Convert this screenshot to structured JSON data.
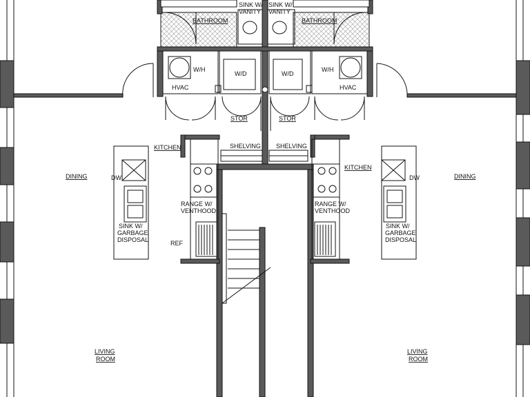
{
  "labels": {
    "bathroom_left": "BATHROOM",
    "bathroom_right": "BATHROOM",
    "sink_vanity_left_1": "SINK W/",
    "sink_vanity_left_2": "VANITY",
    "sink_vanity_right_1": "SINK W/",
    "sink_vanity_right_2": "VANITY",
    "wh_left": "W/H",
    "wh_right": "W/H",
    "hvac_left": "HVAC",
    "hvac_right": "HVAC",
    "wd_left": "W/D",
    "wd_right": "W/D",
    "stor_left": "STOR",
    "stor_right": "STOR",
    "kitchen_left": "KITCHEN",
    "kitchen_right": "KITCHEN",
    "shelving_left": "SHELVING",
    "shelving_right": "SHELVING",
    "dining_left": "DINING",
    "dining_right": "DINING",
    "dw_left": "DW",
    "dw_right": "DW",
    "range_left_1": "RANGE W/",
    "range_left_2": "VENTHOOD",
    "range_right_1": "RANGE W/",
    "range_right_2": "VENTHOOD",
    "sink_disposal_left_1": "SINK W/",
    "sink_disposal_left_2": "GARBAGE",
    "sink_disposal_left_3": "DISPOSAL",
    "sink_disposal_right_1": "SINK W/",
    "sink_disposal_right_2": "GARBAGE",
    "sink_disposal_right_3": "DISPOSAL",
    "ref_left": "REF",
    "living_left_1": "LIVING",
    "living_left_2": "ROOM",
    "living_right_1": "LIVING",
    "living_right_2": "ROOM"
  },
  "colors": {
    "wall": "#5a5a5a",
    "line": "#111111",
    "tile": "#9a9a9a",
    "background": "#ffffff"
  }
}
